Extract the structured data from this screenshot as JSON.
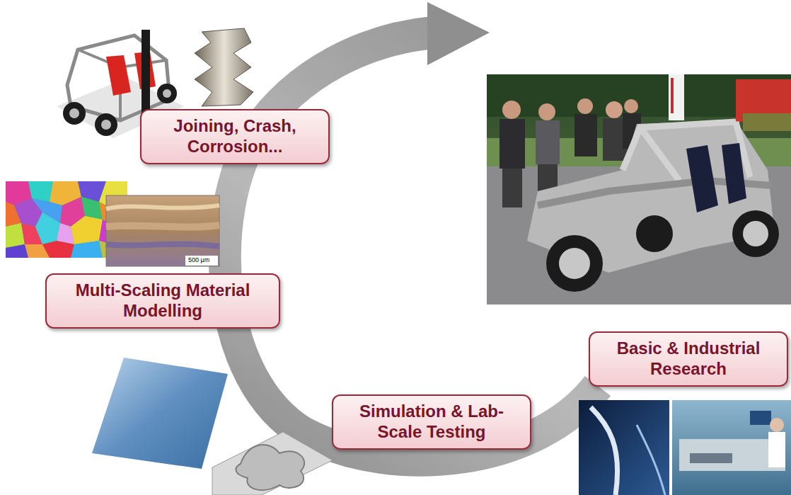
{
  "diagram": {
    "nodes": [
      {
        "text": [
          "Joining, Crash, Corrosion..."
        ]
      },
      {
        "text": [
          "Multi-Scaling Material Modelling"
        ]
      },
      {
        "text": [
          "Simulation & Lab-Scale Testing"
        ]
      },
      {
        "text": [
          "Basic & Industrial Research"
        ]
      }
    ],
    "labels": [
      "500 µm"
    ]
  }
}
